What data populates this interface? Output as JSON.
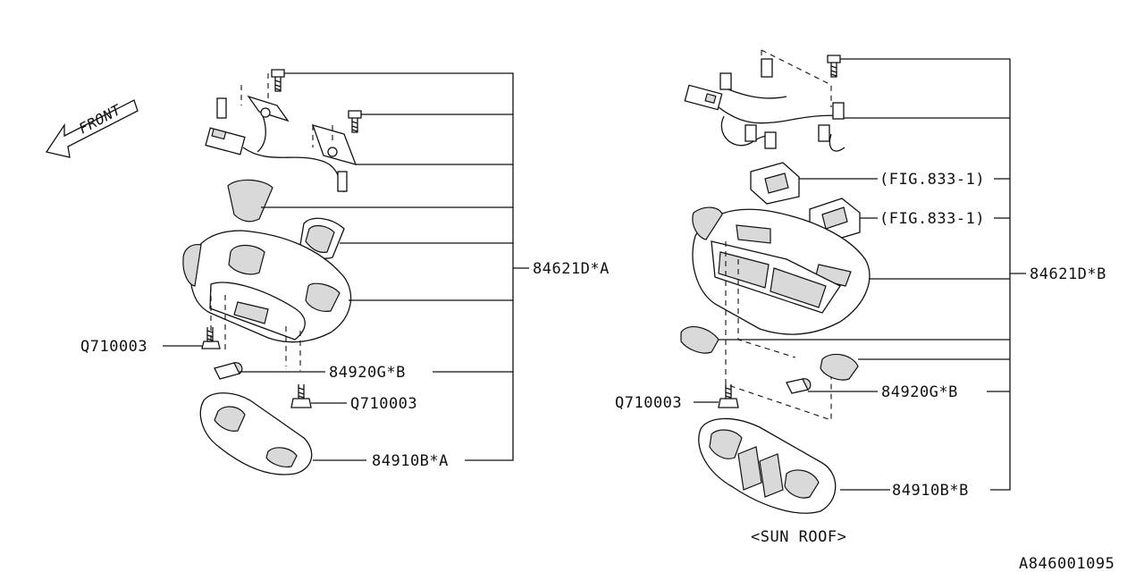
{
  "diagram_id": "A846001095",
  "front_label": "FRONT",
  "sun_roof_label": "<SUN ROOF>",
  "left": {
    "group_label": "84621D*A",
    "screw_top": "Q710003",
    "bulb": "84920G*B",
    "screw_bottom": "Q710003",
    "lens": "84910B*A"
  },
  "right": {
    "group_label": "84621D*B",
    "fig_ref_1": "(FIG.833-1)",
    "fig_ref_2": "(FIG.833-1)",
    "screw": "Q710003",
    "bulb": "84920G*B",
    "lens": "84910B*B"
  }
}
